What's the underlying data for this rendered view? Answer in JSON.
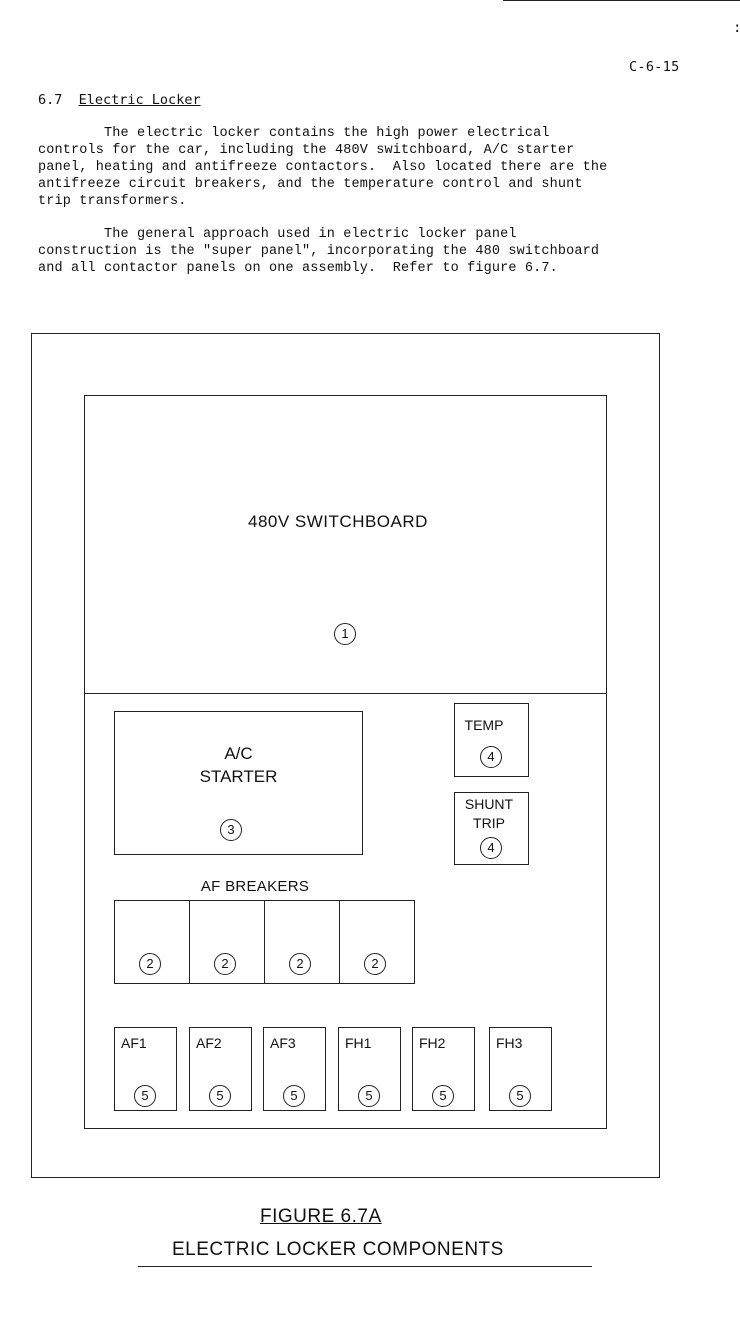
{
  "page": {
    "number": "C-6-15",
    "edge_mark": ":"
  },
  "section": {
    "number": "6.7",
    "title": "Electric Locker"
  },
  "paragraphs": [
    "        The electric locker contains the high power electrical\ncontrols for the car, including the 480V switchboard, A/C starter\npanel, heating and antifreeze contactors.  Also located there are the\nantifreeze circuit breakers, and the temperature control and shunt\ntrip transformers.",
    "        The general approach used in electric locker panel\nconstruction is the \"super panel\", incorporating the 480 switchboard\nand all contactor panels on one assembly.  Refer to figure 6.7."
  ],
  "figure": {
    "switchboard": {
      "label": "480V SWITCHBOARD",
      "num": "1"
    },
    "ac_starter": {
      "label_line1": "A/C",
      "label_line2": "STARTER",
      "num": "3"
    },
    "temp": {
      "label": "TEMP",
      "num": "4"
    },
    "shunt_trip": {
      "label_line1": "SHUNT",
      "label_line2": "TRIP",
      "num": "4"
    },
    "af_breakers": {
      "title": "AF BREAKERS",
      "cells": [
        {
          "num": "2"
        },
        {
          "num": "2"
        },
        {
          "num": "2"
        },
        {
          "num": "2"
        }
      ]
    },
    "contactors": [
      {
        "label": "AF1",
        "num": "5"
      },
      {
        "label": "AF2",
        "num": "5"
      },
      {
        "label": "AF3",
        "num": "5"
      },
      {
        "label": "FH1",
        "num": "5"
      },
      {
        "label": "FH2",
        "num": "5"
      },
      {
        "label": "FH3",
        "num": "5"
      }
    ],
    "caption_title": "FIGURE 6.7A",
    "caption_subtitle": "ELECTRIC LOCKER COMPONENTS"
  }
}
